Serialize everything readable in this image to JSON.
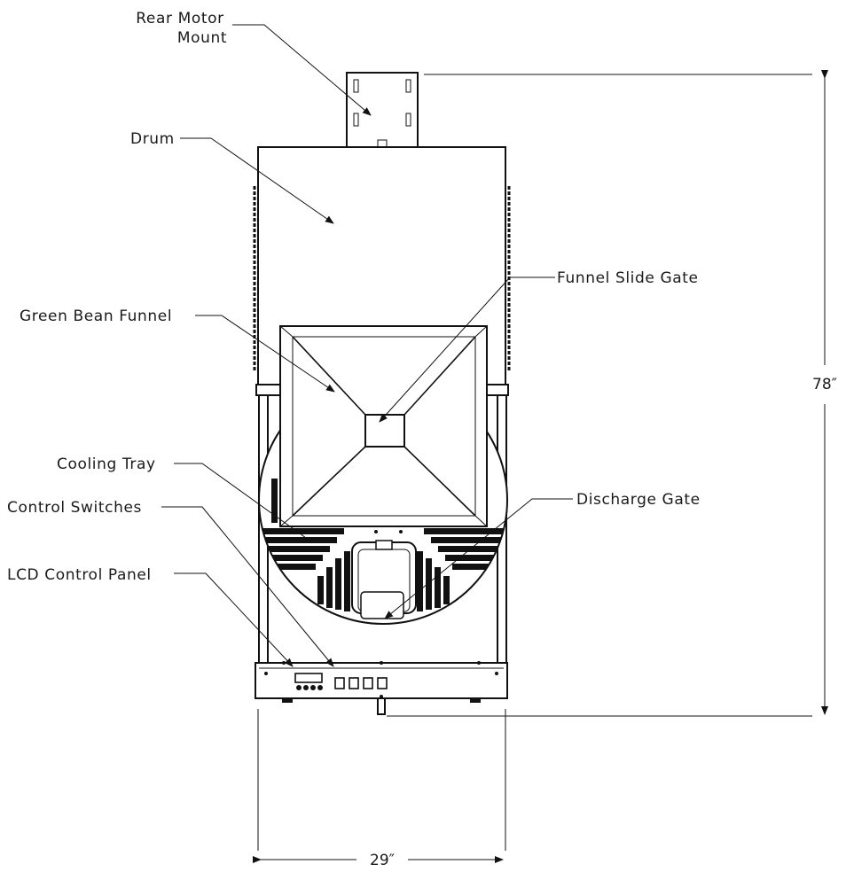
{
  "labels": {
    "rear_motor_mount_line1": "Rear Motor",
    "rear_motor_mount_line2": "Mount",
    "drum": "Drum",
    "funnel_slide_gate": "Funnel Slide Gate",
    "green_bean_funnel": "Green Bean Funnel",
    "cooling_tray": "Cooling Tray",
    "control_switches": "Control Switches",
    "lcd_control_panel": "LCD Control Panel",
    "discharge_gate": "Discharge Gate"
  },
  "dimensions": {
    "height": "78″",
    "width": "29″"
  }
}
